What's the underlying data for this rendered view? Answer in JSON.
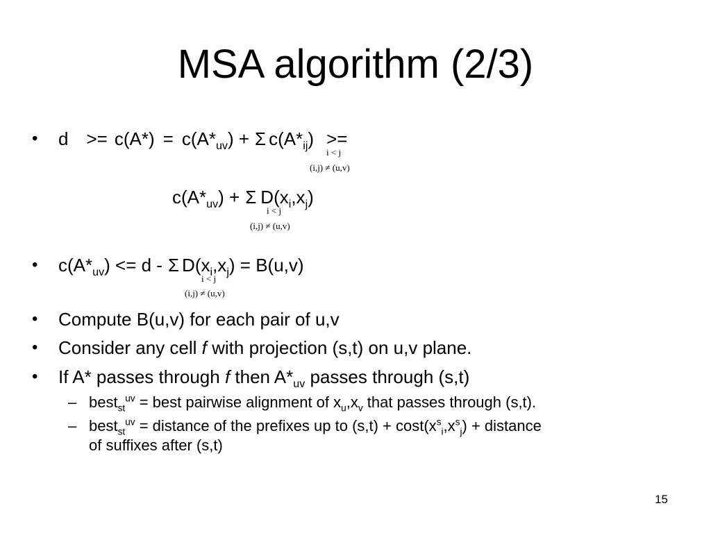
{
  "slide": {
    "title": "MSA algorithm (2/3)",
    "page_number": "15"
  },
  "bullets": {
    "b1": {
      "bullet": "•",
      "d": "d",
      "ge": ">=",
      "cA": "c(A*)",
      "eq": "=",
      "cAuv_pre": "c(A*",
      "uv": "uv",
      "plus_close": ") +",
      "sigma": "Σ",
      "cAij_pre": "c(A*",
      "ij": "ij",
      "close": ")",
      "ge2": ">=",
      "cond_ij": "i < j",
      "cond_ne": "(i,j) ≠ (u,v)"
    },
    "b1_line2": {
      "cAuv_pre": "c(A*",
      "uv": "uv",
      "plus": ") +",
      "sigma": "Σ",
      "D_pre": "D(x",
      "i": "i",
      "comma": ",x",
      "j": "j",
      "close": ")",
      "cond_ij": "i < j",
      "cond_ne": "(i,j) ≠ (u,v)"
    },
    "b2": {
      "bullet": "•",
      "cAuv_pre": "c(A*",
      "uv": "uv",
      "le": ") <= d -",
      "sigma": "Σ",
      "D_pre": "D(x",
      "i": "i",
      "comma": ",x",
      "j": "j",
      "rest": ") = B(u,v)",
      "cond_ij": "i < j",
      "cond_ne": "(i,j) ≠ (u,v)"
    },
    "b3": {
      "bullet": "•",
      "text": "Compute B(u,v) for each pair of u,v"
    },
    "b4": {
      "bullet": "•",
      "pre": "Consider any cell ",
      "f": "f",
      "post": " with projection (s,t) on u,v plane."
    },
    "b5": {
      "bullet": "•",
      "pre": "If A* passes through ",
      "f": "f",
      "mid": "  then A*",
      "uv": "uv",
      "post": " passes through (s,t)"
    },
    "s1": {
      "dash": "–",
      "best": "best",
      "st": "st",
      "uv": "uv",
      "mid": " = best pairwise alignment of x",
      "u": "u",
      "comma": ",x",
      "v": "v",
      "post": " that passes through (s,t)."
    },
    "s2": {
      "dash": "–",
      "best": "best",
      "st": "st",
      "uv": "uv",
      "mid": " = distance of the prefixes up to (s,t) + cost(x",
      "s1": "s",
      "i": "i",
      "comma": ",x",
      "s2": "s",
      "j": "j",
      "post": ") + distance",
      "line2": "of suffixes after (s,t)"
    }
  }
}
